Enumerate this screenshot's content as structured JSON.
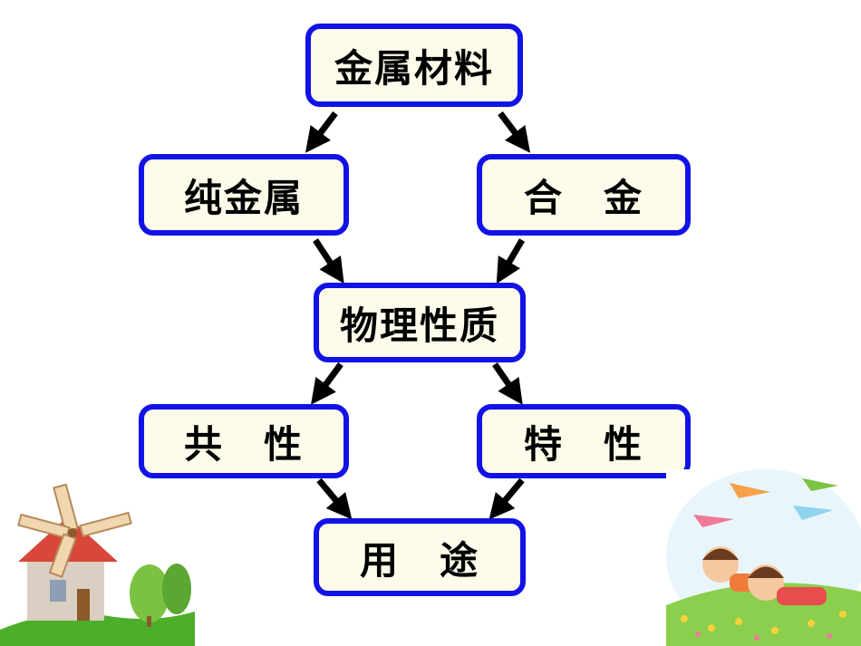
{
  "colors": {
    "node_border": "#1212e6",
    "node_fill": "#fdfbe9",
    "arrow": "#000000",
    "text": "#000000"
  },
  "nodes": {
    "metal_materials": "金属材料",
    "pure_metal": "纯金属",
    "alloy": "合　金",
    "physical_properties": "物理性质",
    "common_properties": "共　性",
    "special_properties": "特　性",
    "uses": "用　途"
  },
  "decorations": {
    "left_icon": "windmill-house-illustration",
    "right_icon": "kids-paper-planes-illustration"
  }
}
